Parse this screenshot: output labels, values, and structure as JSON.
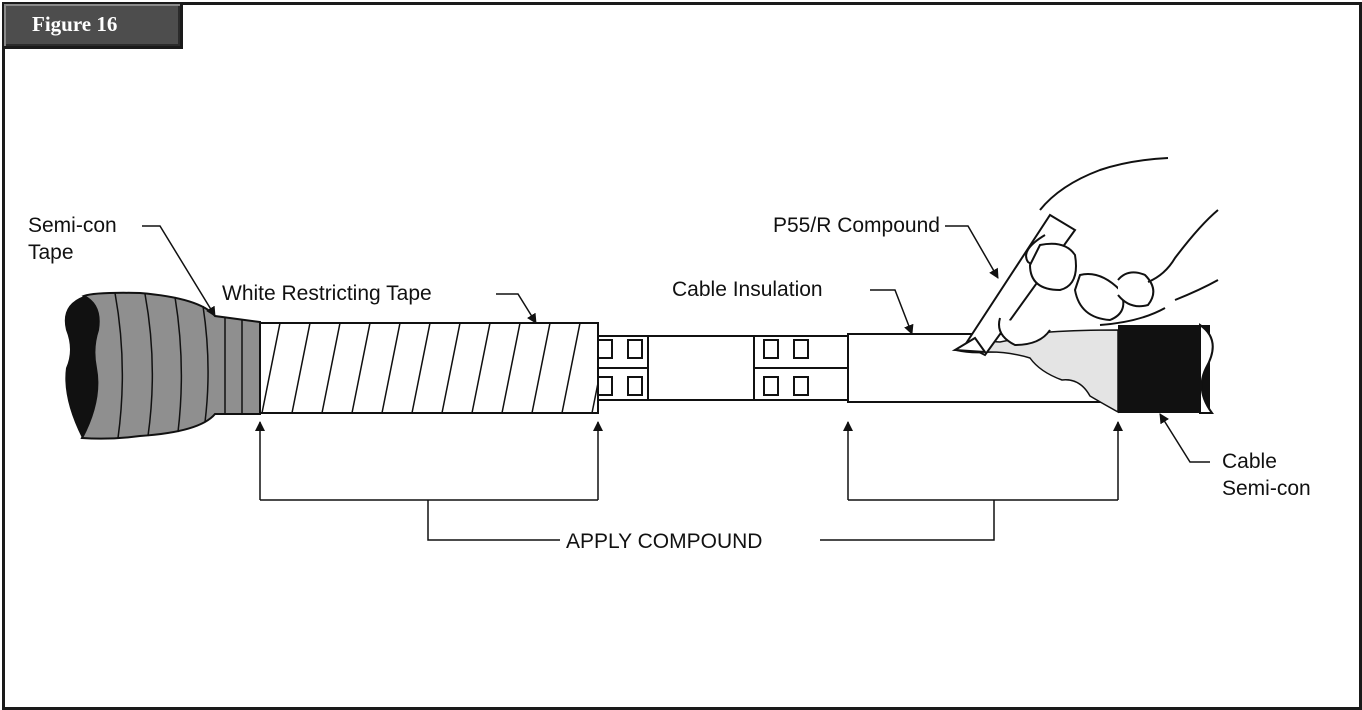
{
  "figure": {
    "label": "Figure 16"
  },
  "labels": {
    "semi_con_tape_line1": "Semi-con",
    "semi_con_tape_line2": "Tape",
    "white_restricting_tape": "White Restricting Tape",
    "p55r_compound": "P55/R Compound",
    "cable_insulation": "Cable Insulation",
    "cable_semicon_line1": "Cable",
    "cable_semicon_line2": "Semi-con",
    "apply_compound": "APPLY COMPOUND"
  },
  "colors": {
    "semicon_tape": "#8f8f8f",
    "cable_semicon": "#111111",
    "compound": "#e4e4e4",
    "tab": "#4d4d4d",
    "ink": "#111111"
  }
}
